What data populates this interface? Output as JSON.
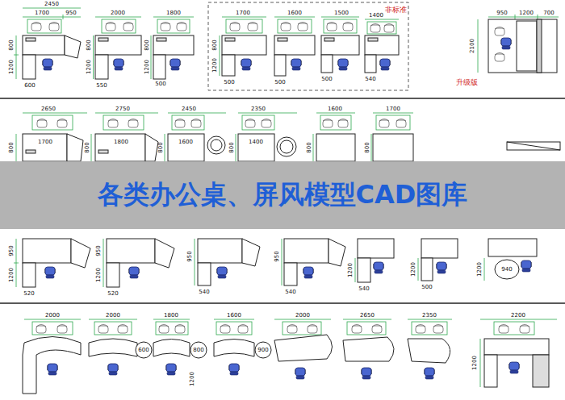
{
  "diagram": {
    "title": "各类办公桌、屏风模型CAD图库",
    "labels": [
      "2450",
      "1700",
      "950",
      "800",
      "1200",
      "600",
      "2000",
      "800",
      "1200",
      "550",
      "1800",
      "800",
      "1200",
      "500",
      "非标准",
      "1700",
      "800",
      "1200",
      "500",
      "1600",
      "500",
      "1500",
      "500",
      "1400",
      "540",
      "950",
      "1200",
      "700",
      "2100",
      "升级版",
      "2650",
      "1700",
      "800",
      "2750",
      "1800",
      "800",
      "2450",
      "1600",
      "800",
      "2350",
      "1400",
      "800",
      "1600",
      "800",
      "1700",
      "800",
      "950",
      "1200",
      "520",
      "950",
      "1200",
      "520",
      "950",
      "540",
      "950",
      "540",
      "1200",
      "540",
      "1200",
      "500",
      "1200",
      "940",
      "2000",
      "2000",
      "1800",
      "1600",
      "2000",
      "2650",
      "2350",
      "2200",
      "600",
      "800",
      "900",
      "1200",
      "1200"
    ]
  }
}
